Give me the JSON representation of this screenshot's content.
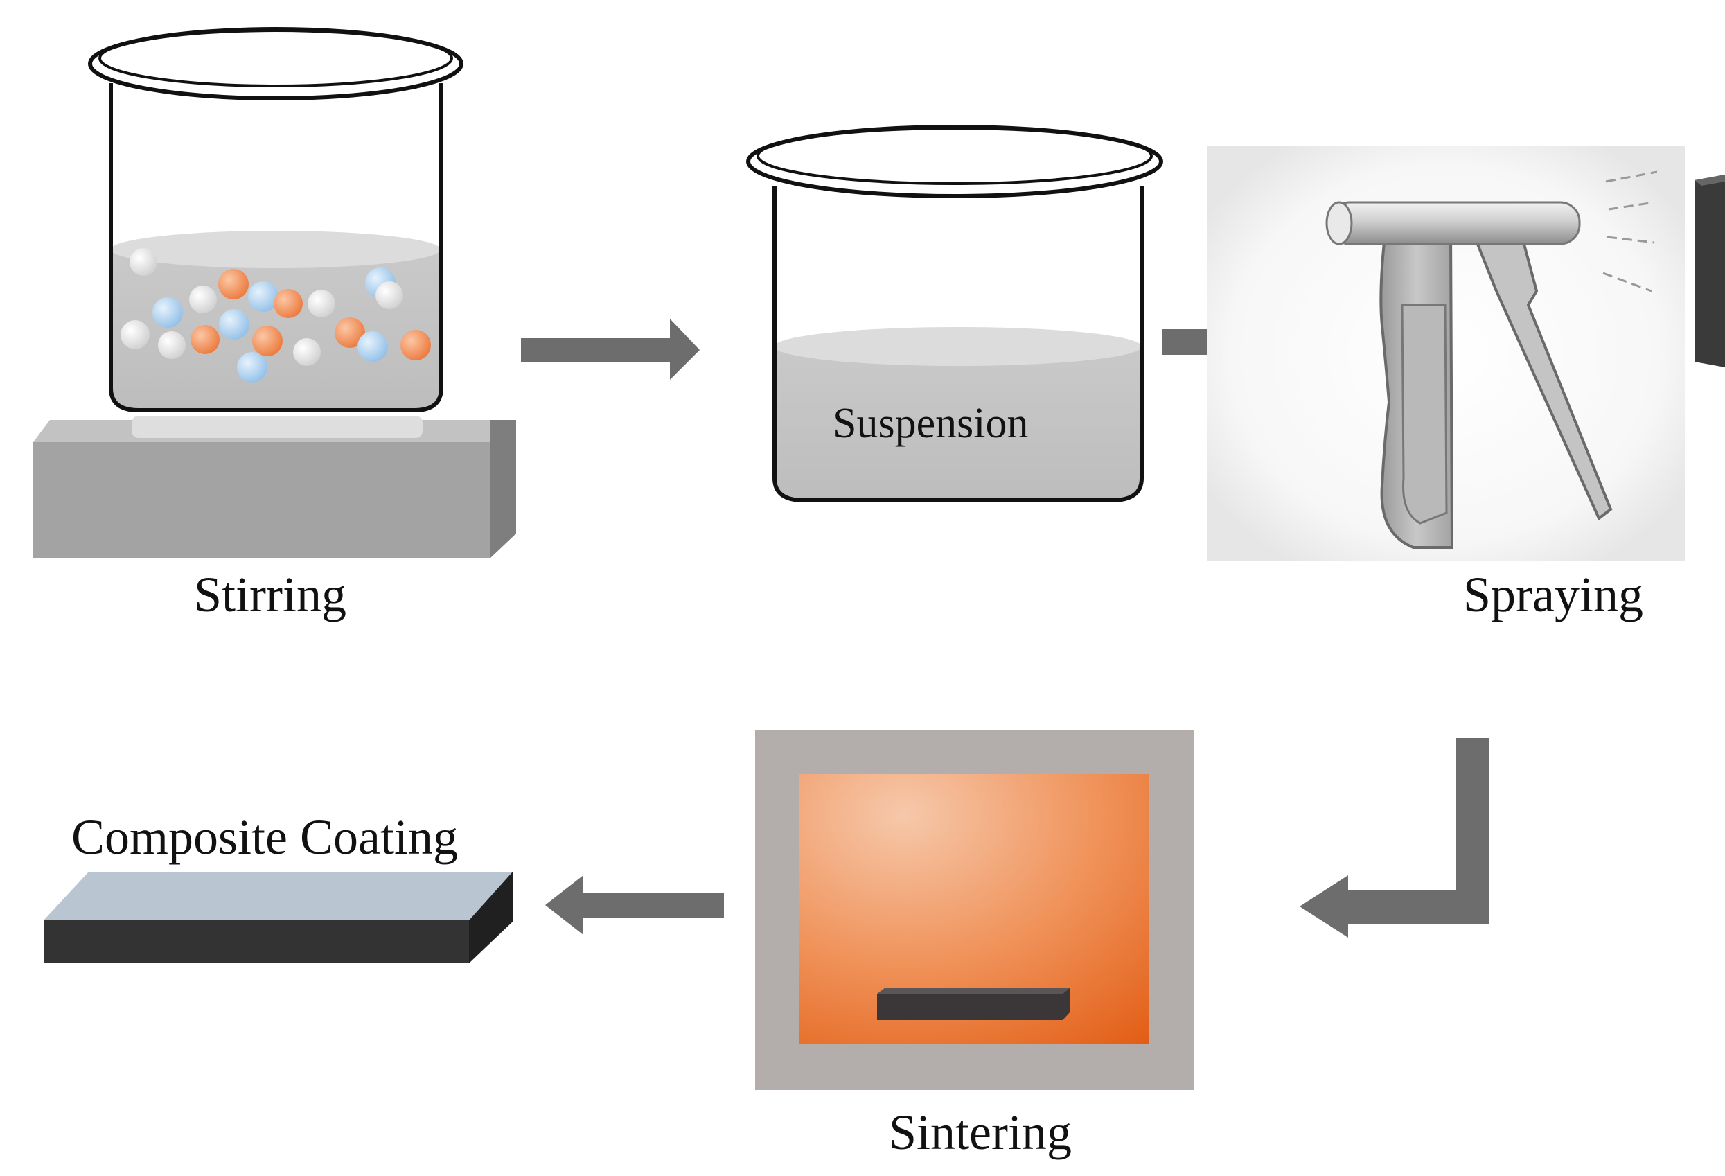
{
  "labels": {
    "stirring": "Stirring",
    "suspension": "Suspension",
    "spraying": "Spraying",
    "sintering": "Sintering",
    "composite_coating": "Composite Coating"
  },
  "colors": {
    "particle_orange": "#f08a52",
    "particle_blue": "#a9cdec",
    "particle_white": "#dcdcdc",
    "arrow": "#6d6d6d",
    "furnace_frame": "#b3adab",
    "furnace_inner": "#e8712c",
    "coating_top": "#b9c6d1",
    "substrate": "#333333"
  }
}
